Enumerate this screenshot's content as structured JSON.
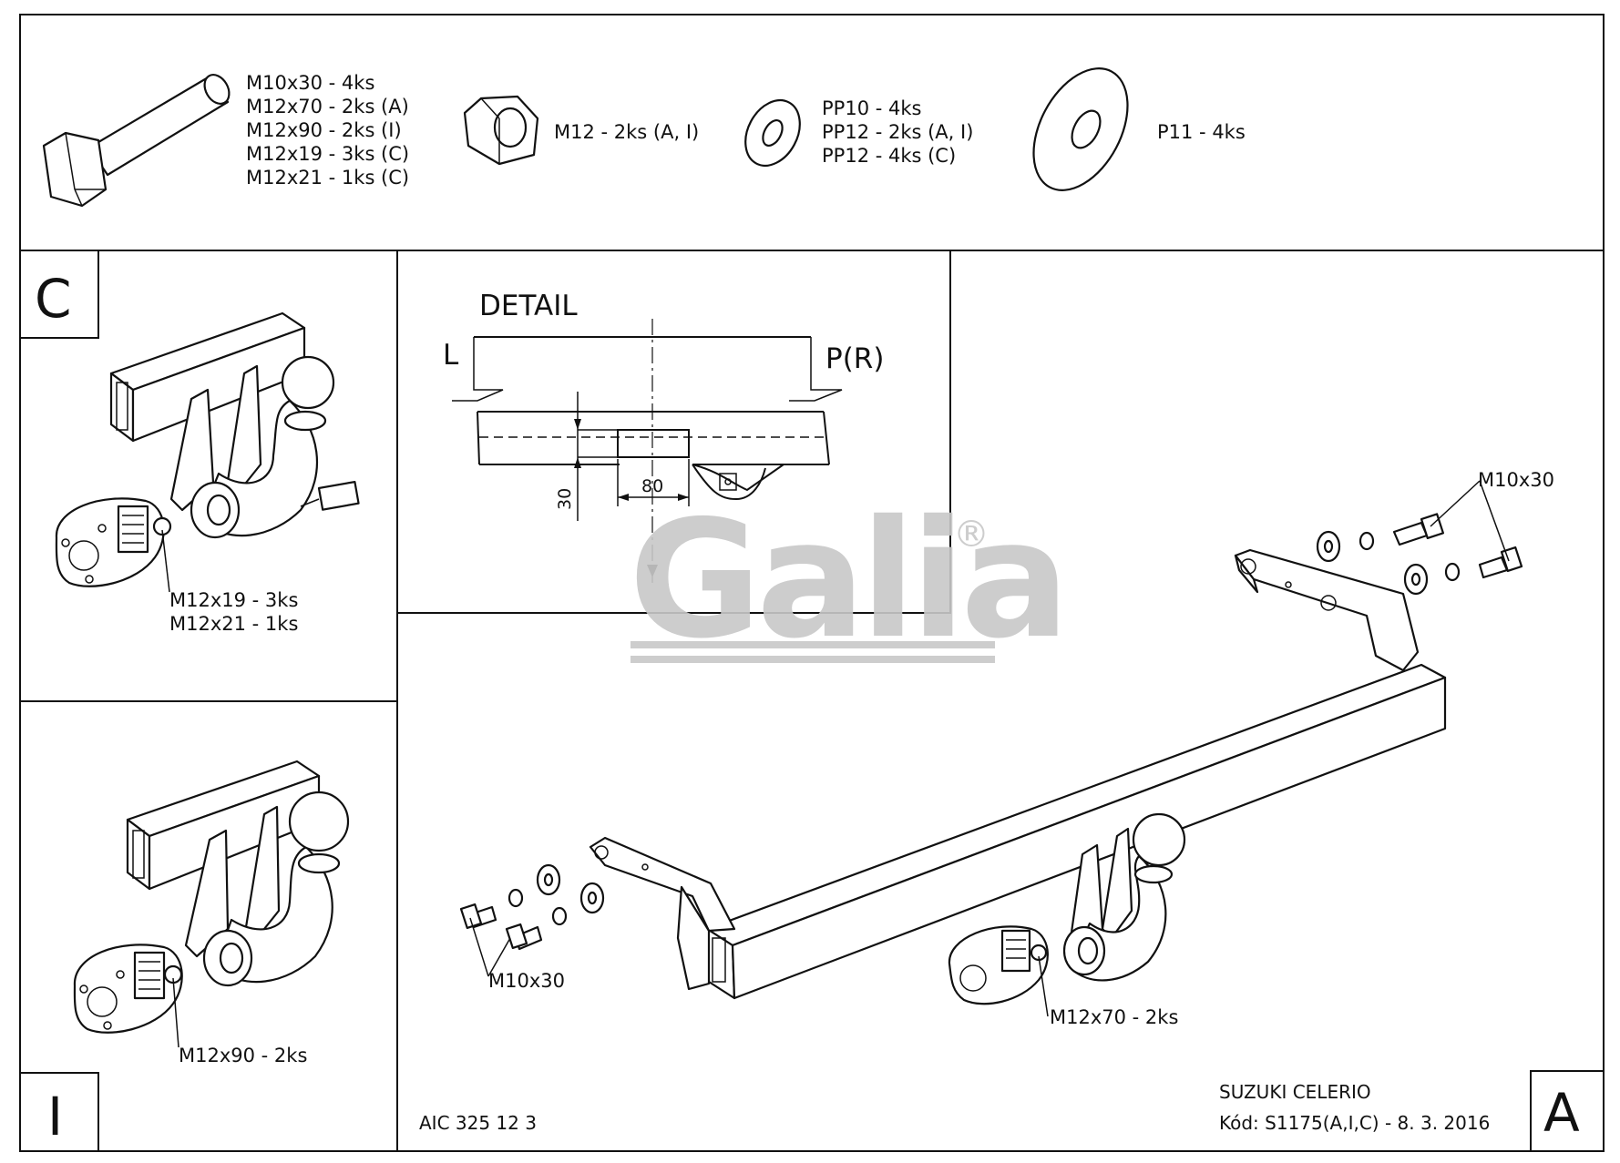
{
  "parts": {
    "bolt_lines": [
      "M10x30 - 4ks",
      "M12x70 - 2ks (A)",
      "M12x90 - 2ks (I)",
      "M12x19 - 3ks (C)",
      "M12x21 - 1ks (C)"
    ],
    "nut_label": "M12 - 2ks (A, I)",
    "washer_lines": [
      "PP10 - 4ks",
      "PP12 - 2ks (A, I)",
      "PP12 - 4ks (C)"
    ],
    "big_washer_label": "P11 - 4ks"
  },
  "panel_c": {
    "letter": "C",
    "callout_lines": [
      "M12x19 - 3ks",
      "M12x21 - 1ks"
    ]
  },
  "panel_i": {
    "letter": "I",
    "callout": "M12x90 - 2ks"
  },
  "detail": {
    "title": "DETAIL",
    "left_label": "L",
    "right_label": "P(R)",
    "dim_width": "80",
    "dim_height": "30"
  },
  "main": {
    "letter": "A",
    "callout_top_right": "M10x30",
    "callout_left": "M10x30",
    "callout_ball": "M12x70 - 2ks"
  },
  "watermark": {
    "brand": "Galia",
    "mark": "®"
  },
  "footer": {
    "drawing_code": "AIC 325 12 3",
    "vehicle": "SUZUKI CELERIO",
    "kod": "Kód: S1175(A,I,C) - 8. 3. 2016"
  }
}
